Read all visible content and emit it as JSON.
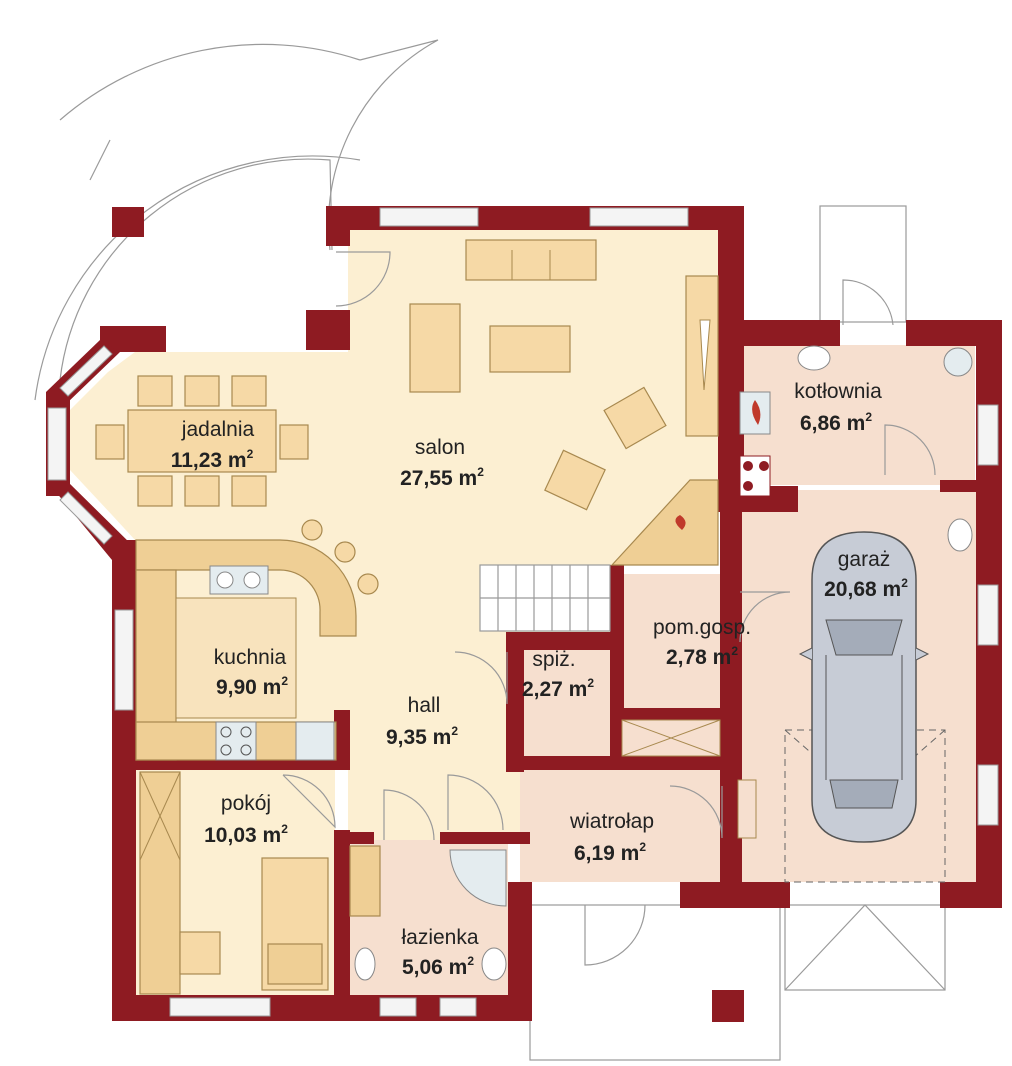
{
  "colors": {
    "wall": "#8e1b22",
    "living_floor": "#fcefd2",
    "service_floor": "#f6dfcf",
    "furniture": "#f6d9a6",
    "car": "#c7ccd6"
  },
  "unit": "m",
  "unit_exp": "2",
  "rooms": [
    {
      "id": "jadalnia",
      "name": "jadalnia",
      "area": "11,23"
    },
    {
      "id": "salon",
      "name": "salon",
      "area": "27,55"
    },
    {
      "id": "kotlownia",
      "name": "kotłownia",
      "area": "6,86"
    },
    {
      "id": "garaz",
      "name": "garaż",
      "area": "20,68"
    },
    {
      "id": "pom-gosp",
      "name": "pom.gosp.",
      "area": "2,78"
    },
    {
      "id": "spiz",
      "name": "spiż.",
      "area": "2,27"
    },
    {
      "id": "kuchnia",
      "name": "kuchnia",
      "area": "9,90"
    },
    {
      "id": "hall",
      "name": "hall",
      "area": "9,35"
    },
    {
      "id": "pokoj",
      "name": "pokój",
      "area": "10,03"
    },
    {
      "id": "wiatrolap",
      "name": "wiatrołap",
      "area": "6,19"
    },
    {
      "id": "lazienka",
      "name": "łazienka",
      "area": "5,06"
    }
  ]
}
